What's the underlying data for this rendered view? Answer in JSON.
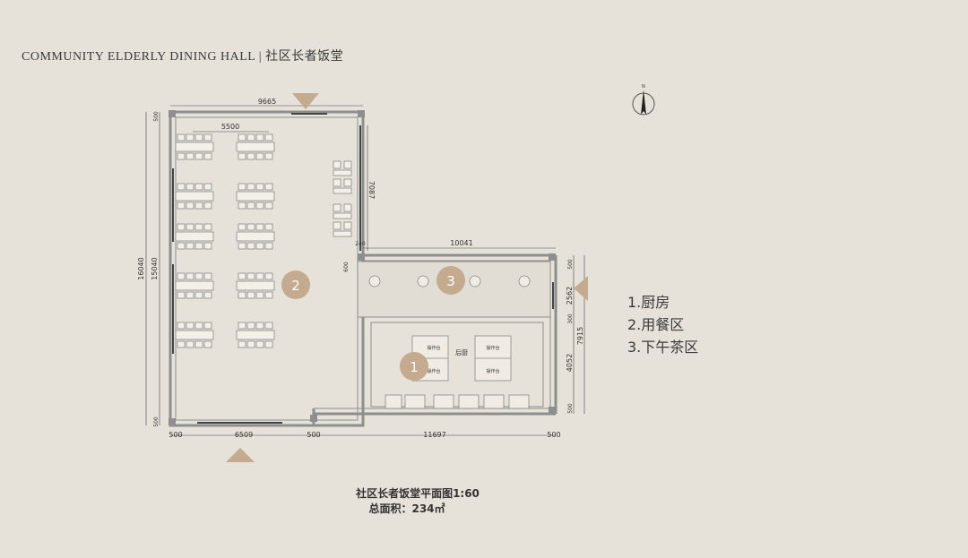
{
  "header": {
    "title": "COMMUNITY ELDERLY DINING HALL |  社区长者饭堂"
  },
  "dimensions": {
    "top_width": "9665",
    "inner_span": "5500",
    "height_outer": "16040",
    "height_inner": "15040",
    "right_wing_height": "7087",
    "wing_width": "10041",
    "small_240": "240",
    "d500_top_left": "500",
    "d500_bottom_left": "500",
    "d600_wing": "600",
    "bottom_left": "6509",
    "bottom_mid": "11697",
    "b500_a": "500",
    "b500_b": "500",
    "b500_c": "500",
    "right_2562": "2562",
    "right_300": "300",
    "right_4052": "4052",
    "right_7915": "7915",
    "right_500_top": "500",
    "right_500_bot": "500"
  },
  "zones": {
    "z1": "1",
    "z2": "2",
    "z3": "3"
  },
  "kitchen": {
    "back_kitchen": "后厨",
    "counter": "操作台"
  },
  "legend": {
    "items": [
      "1.厨房",
      "2.用餐区",
      "3.下午茶区"
    ]
  },
  "caption": {
    "line1": "社区长者饭堂平面图1:60",
    "line2": "总面积：234㎡"
  },
  "colors": {
    "background": "#e6e2da",
    "accent": "#c4ab90",
    "wall": "#8e8e8e"
  },
  "icons": [
    "north-arrow-icon",
    "entrance-marker-icon"
  ]
}
